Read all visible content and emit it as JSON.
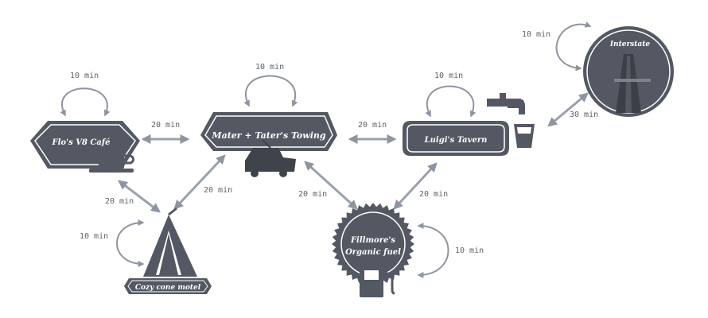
{
  "nodes": {
    "flos": {
      "title": "Flo's V8 Café"
    },
    "towing": {
      "title": "Mater + Tater's Towing"
    },
    "luigis": {
      "title": "Luigi's Tavern"
    },
    "interstate": {
      "title": "Interstate"
    },
    "cozy": {
      "title": "Cozy cone motel"
    },
    "fillmore": {
      "title_line1": "Fillmore's",
      "title_line2": "Organic fuel"
    }
  },
  "edges": {
    "flos_towing": "20 min",
    "towing_luigis": "20 min",
    "luigis_interstate": "30 min",
    "flos_cozy": "20 min",
    "towing_cozy": "20 min",
    "towing_fillmore": "20 min",
    "luigis_fillmore": "20 min"
  },
  "loops": {
    "flos": "10 min",
    "towing": "10 min",
    "luigis": "10 min",
    "interstate": "10 min",
    "cozy": "10 min",
    "fillmore": "10 min"
  },
  "colors": {
    "node_fill": "#535863",
    "arrow": "#9aa1ad",
    "text": "#ffffff"
  }
}
